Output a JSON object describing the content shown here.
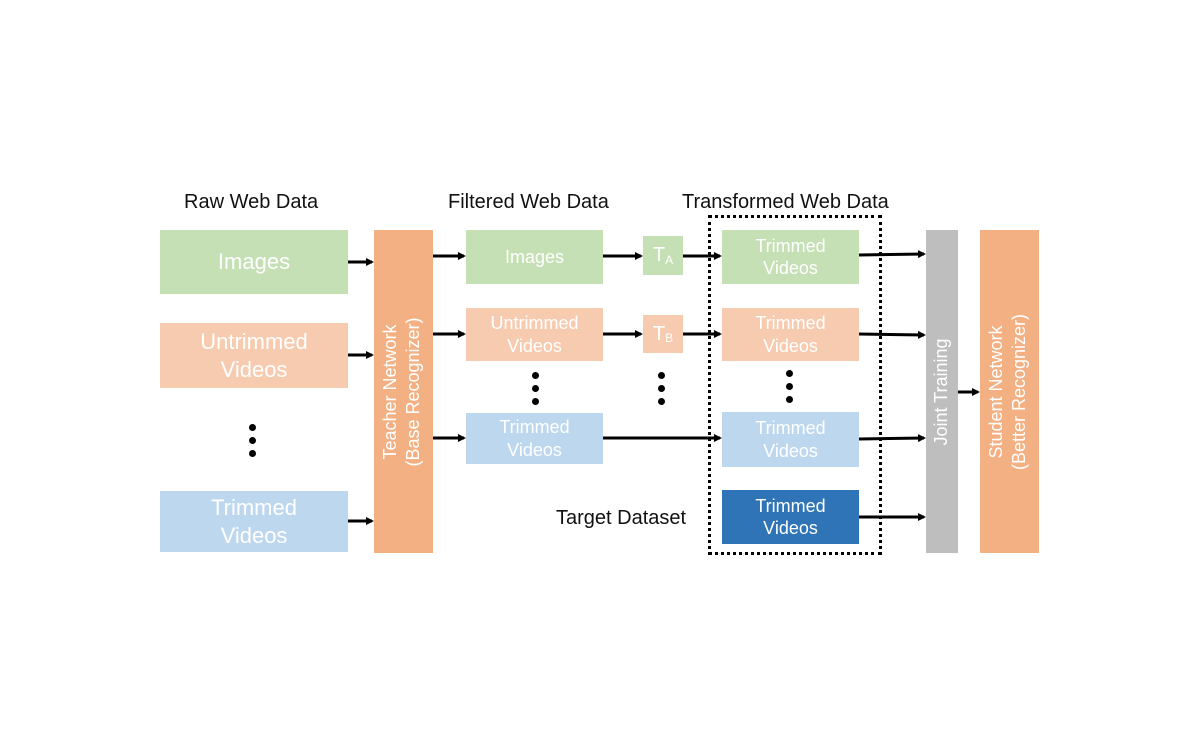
{
  "headings": {
    "raw": "Raw Web Data",
    "filtered": "Filtered Web Data",
    "transformed": "Transformed Web Data",
    "target": "Target Dataset"
  },
  "raw": {
    "images": "Images",
    "untrimmed_1": "Untrimmed",
    "untrimmed_2": "Videos",
    "trimmed_1": "Trimmed",
    "trimmed_2": "Videos"
  },
  "teacher": {
    "line1": "Teacher Network",
    "line2": "(Base Recognizer)"
  },
  "filtered": {
    "images": "Images",
    "untrimmed_1": "Untrimmed",
    "untrimmed_2": "Videos",
    "trimmed_1": "Trimmed",
    "trimmed_2": "Videos"
  },
  "transforms": {
    "a_letter": "T",
    "a_sub": "A",
    "b_letter": "T",
    "b_sub": "B"
  },
  "transformed": {
    "row1_1": "Trimmed",
    "row1_2": "Videos",
    "row2_1": "Trimmed",
    "row2_2": "Videos",
    "row3_1": "Trimmed",
    "row3_2": "Videos",
    "target_1": "Trimmed",
    "target_2": "Videos"
  },
  "joint": {
    "label": "Joint Training"
  },
  "student": {
    "line1": "Student Network",
    "line2": "(Better Recognizer)"
  },
  "colors": {
    "images": "#c4e0b4",
    "untrimmed": "#f7cbaf",
    "trimmed": "#bdd7ef",
    "target": "#2e74b6",
    "network": "#f3b183",
    "joint": "#bebebe"
  }
}
